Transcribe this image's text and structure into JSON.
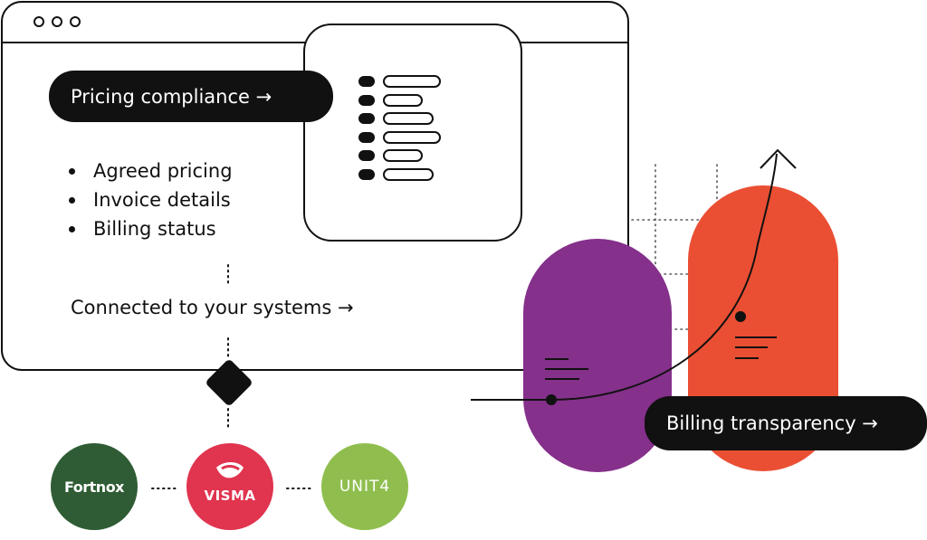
{
  "window": {
    "dots": 3
  },
  "pricing_compliance": {
    "label": "Pricing compliance →"
  },
  "checklist": {
    "rows": 6
  },
  "features": [
    "Agreed pricing",
    "Invoice details",
    "Billing status"
  ],
  "connected": {
    "label": "Connected to your systems →"
  },
  "billing_transparency": {
    "label": "Billing transparency →"
  },
  "integrations": [
    {
      "name": "Fortnox",
      "color": "#2f5c34"
    },
    {
      "name": "VISMA",
      "color": "#e0344f"
    },
    {
      "name": "UNIT4",
      "color": "#8fbe4e"
    }
  ],
  "colors": {
    "purple": "#85308b",
    "orange": "#ea4f33",
    "ink": "#111111"
  }
}
